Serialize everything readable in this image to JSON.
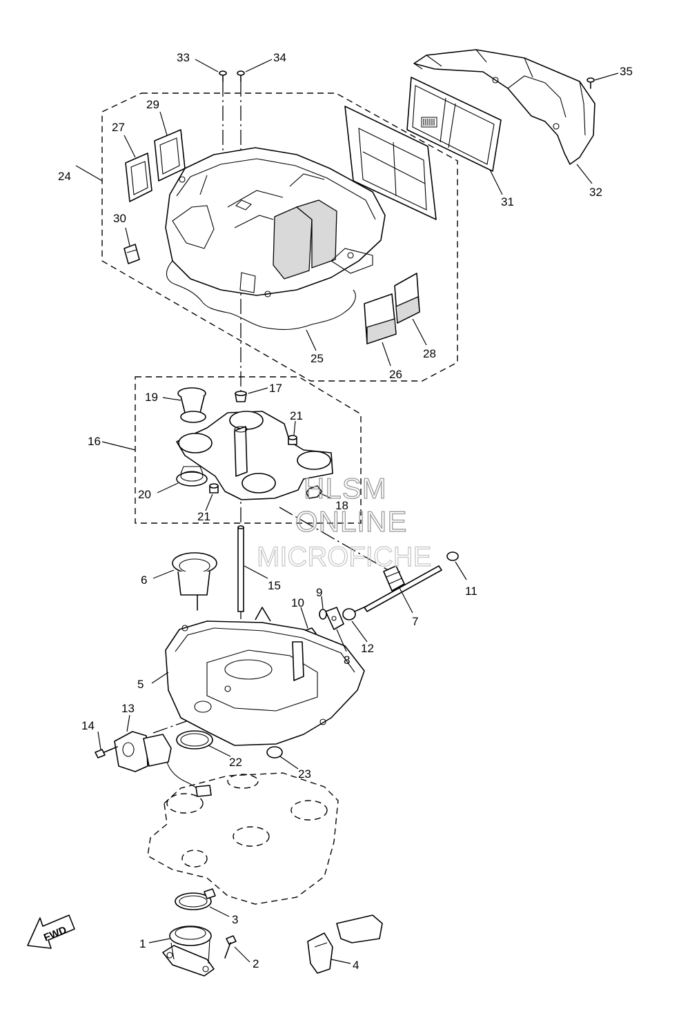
{
  "diagram": {
    "callouts": [
      "1",
      "2",
      "3",
      "4",
      "5",
      "6",
      "7",
      "8",
      "9",
      "10",
      "11",
      "12",
      "13",
      "14",
      "15",
      "16",
      "17",
      "18",
      "19",
      "20",
      "21",
      "21",
      "22",
      "23",
      "24",
      "25",
      "26",
      "27",
      "28",
      "29",
      "30",
      "31",
      "32",
      "33",
      "34",
      "35"
    ]
  },
  "watermark": {
    "line1": "HLSM",
    "line2": "ONLINE",
    "line3": "MICROFICHE"
  },
  "direction_marker": {
    "label": "FWD"
  }
}
